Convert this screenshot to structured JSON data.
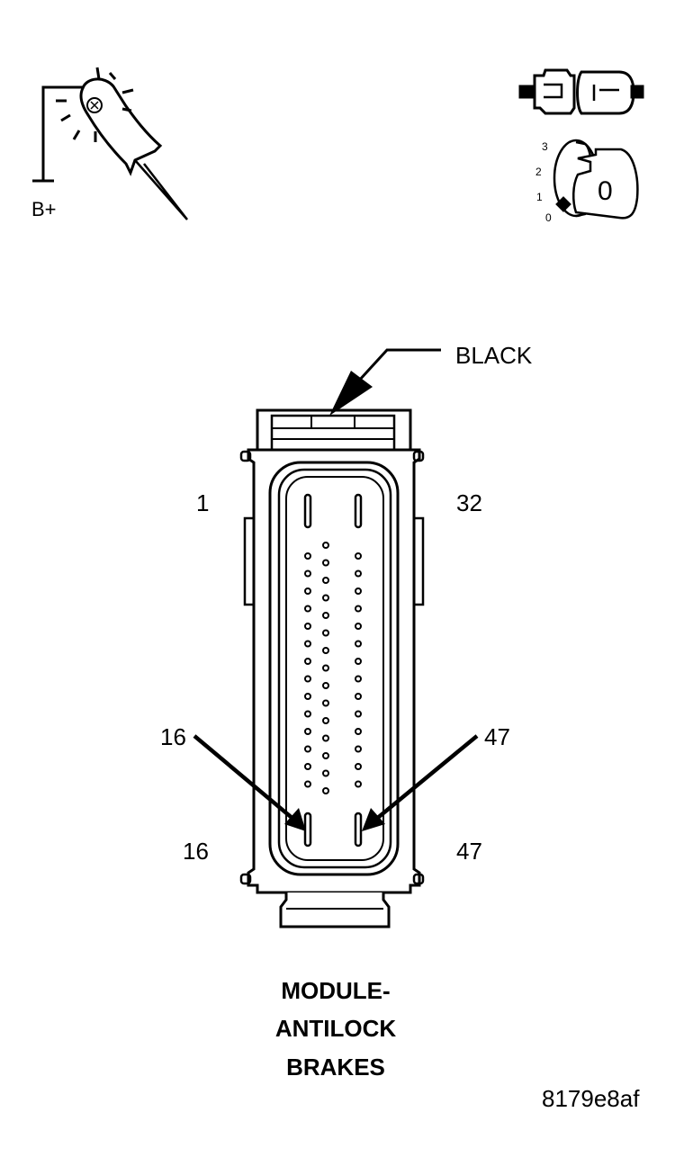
{
  "probe": {
    "supply_label": "B+"
  },
  "ignition": {
    "positions": [
      "3",
      "2",
      "1",
      "0"
    ],
    "key_mark": "0"
  },
  "connector": {
    "color_label": "BLACK",
    "pin_labels": {
      "top_left": "1",
      "top_right": "32",
      "bottom_left": "16",
      "bottom_right": "47"
    },
    "callouts": {
      "left": "16",
      "right": "47"
    }
  },
  "title_lines": [
    "MODULE-",
    "ANTILOCK",
    "BRAKES"
  ],
  "figure_id": "8179e8af",
  "colors": {
    "line": "#000000",
    "background": "#ffffff"
  }
}
